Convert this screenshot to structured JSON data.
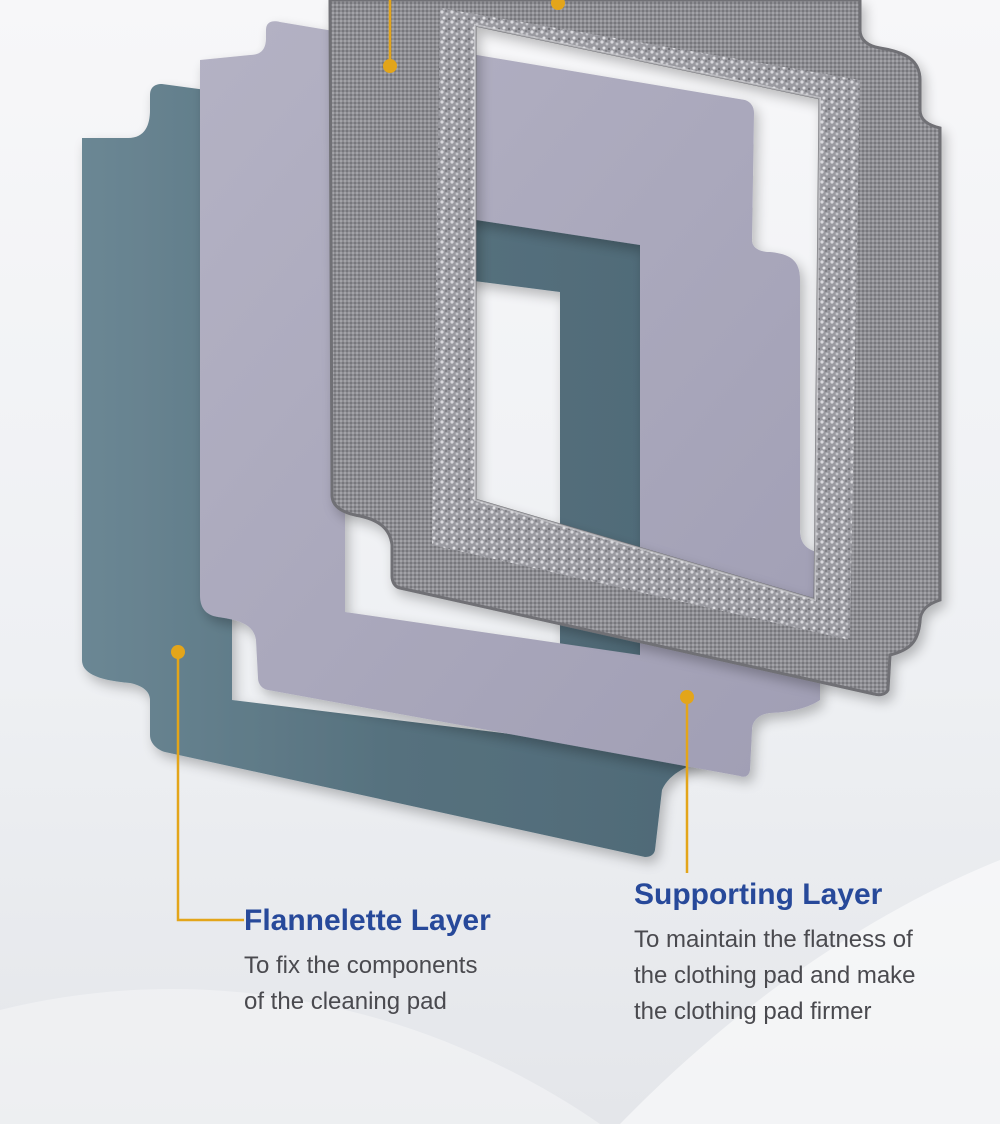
{
  "colors": {
    "background": "#f2f3f6",
    "flannelette_layer": "#5a7582",
    "supporting_layer": "#a7a5ba",
    "fabric_layer": "#8f8f94",
    "leader_line": "#e3a51a",
    "title_text": "#27499a",
    "body_text": "#4a4a4f"
  },
  "labels": {
    "flannelette": {
      "title": "Flannelette Layer",
      "desc_lines": [
        "To fix the components",
        "of the cleaning pad"
      ]
    },
    "supporting": {
      "title": "Supporting Layer",
      "desc_lines": [
        "To maintain the flatness of",
        "the clothing pad and make",
        "the clothing pad firmer"
      ]
    }
  },
  "icons": [
    "callout-dot-icon"
  ]
}
